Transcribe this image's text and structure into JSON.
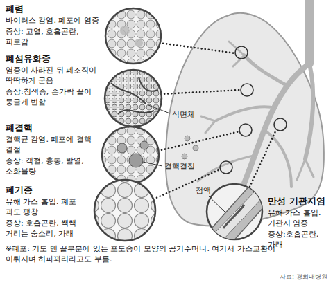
{
  "diagram": {
    "labels": [
      "폐렴",
      "바이러스 감염. 폐포에 염증",
      "증상: 고열, 호흡곤란, 피로감",
      "폐섬유화증",
      "염증이 사라진 뒤 폐조직이 딱딱하게 굳음",
      "증상:청색증, 손가락 끝이 둥글게 변함",
      "석면체",
      "폐결핵",
      "결핵균 감염. 폐포에 결핵 결절",
      "증상: 객혈, 흉통, 발열, 소화불량",
      "결핵결절",
      "점액",
      "폐기종",
      "유해 가스 흡입. 폐포 과도 팽창",
      "증상: 호흡곤란, 쌕쌕 거리는 숨소리, 가래",
      "만성 기관지염",
      "유해 가스 흡입. 기관지 염증",
      "증상:호흡곤란, 가래",
      "※폐포: 기도 맨 끝부분에 있는 포도송이 모양의 공기주머니. 여기서 가스교환이 이뤄지며 허파꽈리라고도 부름.",
      "자료: 경희대병원"
    ]
  }
}
